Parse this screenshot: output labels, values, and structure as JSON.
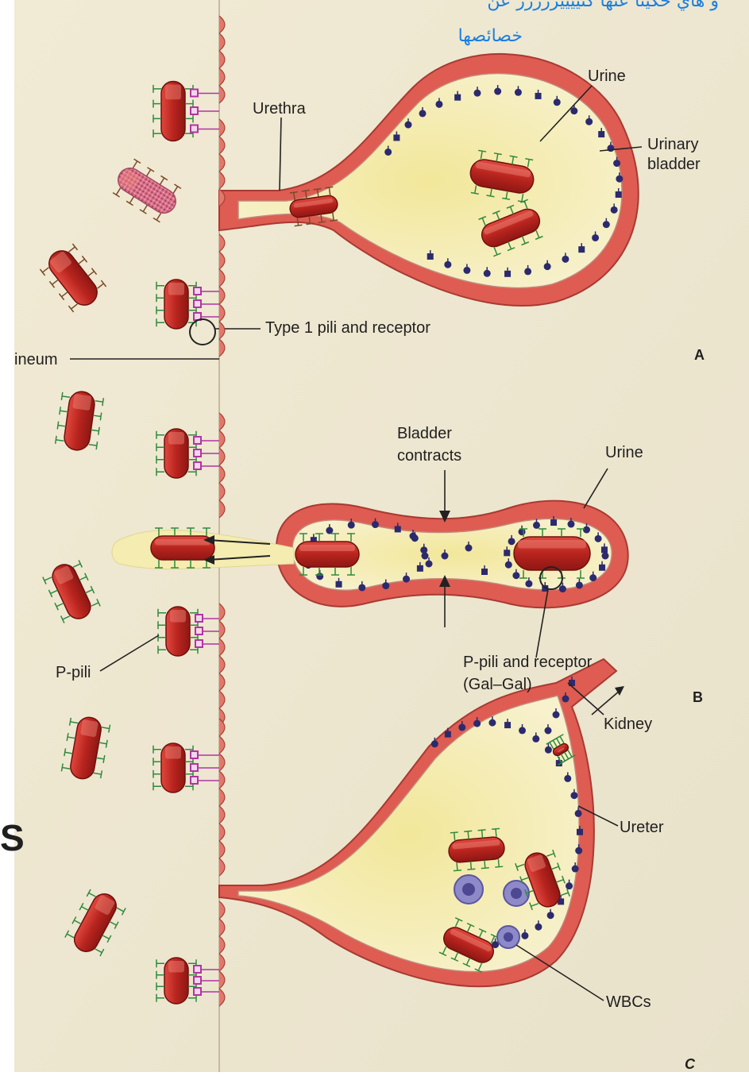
{
  "annotation": {
    "line1": "و هاي حكينا عنها كتييييررررر عن",
    "line2": "خصائصها"
  },
  "panel_a": {
    "letter": "A",
    "urine": "Urine",
    "urethra": "Urethra",
    "bladder": "Urinary\nbladder",
    "type1": "Type 1 pili and receptor",
    "perineum": "ineum"
  },
  "panel_b": {
    "letter": "B",
    "contracts": "Bladder\ncontracts",
    "urine": "Urine",
    "ppili": "P-pili",
    "ppili_receptor": "P-pili and receptor\n(Gal–Gal)",
    "kidney": "Kidney"
  },
  "panel_c": {
    "letter": "C",
    "ureter": "Ureter",
    "wbcs": "WBCs"
  },
  "edge_glyph": "S",
  "colors": {
    "page": "#f3ecd8",
    "tissue": "#d9534a",
    "tissue_light": "#eea08f",
    "urine": "#f4ecb6",
    "bacterium": "#b6221d",
    "pili": "#2f8a3c",
    "receptor": "#2b2a6e",
    "type1_receptor": "#b035a0",
    "wbc": "#8b86c7",
    "annotation": "#1a7fe0"
  }
}
